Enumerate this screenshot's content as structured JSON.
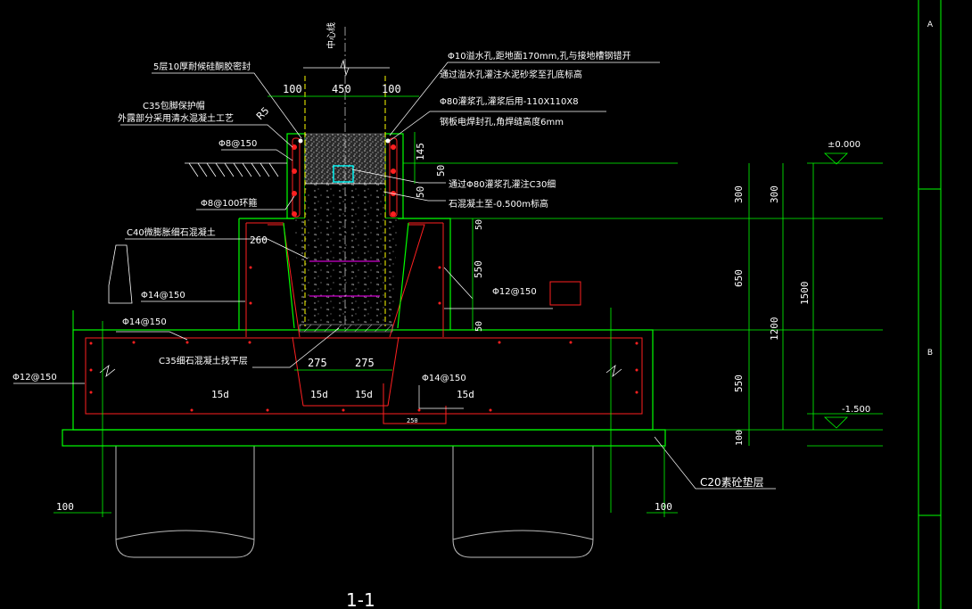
{
  "labels": {
    "centerline": "中心线",
    "seal": "5层10厚耐候硅酮胶密封",
    "c35_cap": "C35包脚保护帽",
    "c35_cap_note": "外露部分采用清水混凝土工艺",
    "r5": "R5",
    "phi8_150": "Φ8@150",
    "phi8_100": "Φ8@100环箍",
    "c40": "C40微膨胀细石混凝土",
    "phi14_150_a": "Φ14@150",
    "phi14_150_b": "Φ14@150",
    "phi14_150_c": "Φ14@150",
    "phi12_150_r": "Φ12@150",
    "phi12_150_l": "Φ12@150",
    "c35_level": "C35细石混凝土找平层",
    "c20": "C20素砼垫层",
    "hole1": "Φ10溢水孔,距地面170mm,孔与接地槽钢错开",
    "hole1b": "通过溢水孔灌注水泥砂浆至孔底标高",
    "hole2": "Φ80灌浆孔,灌浆后用-110X110X8",
    "hole2b": "钢板电焊封孔,角焊缝高度6mm",
    "grout": "通过Φ80灌浆孔灌注C30细",
    "grout2": "石混凝土至-0.500m标高",
    "level0": "±0.000",
    "level1": "-1.500",
    "section": "1-1"
  },
  "dims": {
    "d100a": "100",
    "d450": "450",
    "d100b": "100",
    "d145": "145",
    "d50a": "50",
    "d50b": "50",
    "d260": "260",
    "d50c": "50",
    "d550a": "550",
    "d50d": "50",
    "d275a": "275",
    "d275b": "275",
    "d15a": "15d",
    "d15b": "15d",
    "d15c": "15d",
    "d15d": "15d",
    "d250": "250",
    "r300a": "300",
    "r300b": "300",
    "r650": "650",
    "r1200": "1200",
    "r1500": "1500",
    "r550": "550",
    "r100": "100",
    "b100a": "100",
    "b100b": "100"
  },
  "grid": {
    "a": "A",
    "b": "B"
  },
  "colors": {
    "green": "#00ff00",
    "red": "#ff2020",
    "white": "#ffffff",
    "cyan": "#00ffff",
    "yellow": "#ffff00",
    "magenta": "#ff00ff"
  }
}
